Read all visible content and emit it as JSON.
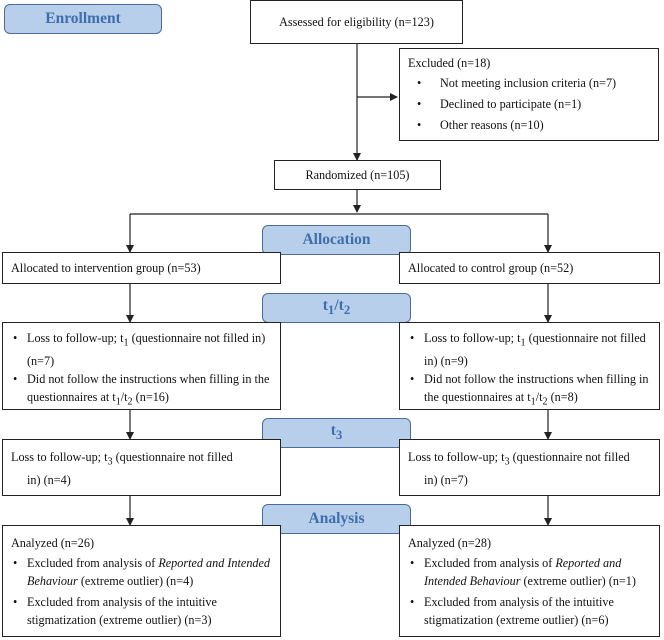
{
  "stages": {
    "enrollment": "Enrollment",
    "allocation": "Allocation",
    "t12": {
      "t": "t",
      "s1": "1",
      "slash": "/",
      "t2": "t",
      "s2": "2"
    },
    "t3": {
      "t": "t",
      "s": "3"
    },
    "analysis": "Analysis"
  },
  "assessed": "Assessed for eligibility (n=123)",
  "excluded": {
    "title": "Excluded (n=18)",
    "items": [
      "Not meeting inclusion criteria (n=7)",
      "Declined to participate (n=1)",
      "Other reasons (n=10)"
    ]
  },
  "randomized": "Randomized (n=105)",
  "allocated": {
    "intervention": "Allocated to intervention group (n=53)",
    "control": "Allocated to control group (n=52)"
  },
  "followup_t12": {
    "left": {
      "a1": "Loss to follow-up; t",
      "a_sub": "1",
      "a2": " (questionnaire not filled in) (n=7)",
      "b1": "Did not follow the instructions when filling in the questionnaires at t",
      "b_sub1": "1",
      "b_slash": "/t",
      "b_sub2": "2",
      "b2": " (n=16)"
    },
    "right": {
      "a1": "Loss to follow-up; t",
      "a_sub": "1",
      "a2": " (questionnaire not filled in) (n=9)",
      "b1": "Did not follow the instructions when filling in the questionnaires at t",
      "b_sub1": "1",
      "b_slash": "/t",
      "b_sub2": "2",
      "b2": " (n=8)"
    }
  },
  "followup_t3": {
    "left": {
      "line1": "Loss to follow-up; t",
      "sub": "3",
      "line1b": " (questionnaire not filled",
      "line2": "in) (n=4)"
    },
    "right": {
      "line1": "Loss to follow-up; t",
      "sub": "3",
      "line1b": " (questionnaire not filled",
      "line2": "in) (n=7)"
    }
  },
  "analysis": {
    "left": {
      "title": "Analyzed (n=26)",
      "a1": "Excluded from analysis of ",
      "a_it": "Reported and Intended Behaviour",
      "a2": " (extreme outlier) (n=4)",
      "b": "Excluded from analysis of the intuitive stigmatization (extreme outlier) (n=3)"
    },
    "right": {
      "title": "Analyzed (n=28)",
      "a1": "Excluded from analysis of ",
      "a_it": "Reported and Intended Behaviour",
      "a2": " (extreme outlier) (n=1)",
      "b": "Excluded from analysis of the intuitive stigmatization (extreme outlier) (n=6)"
    }
  },
  "colors": {
    "stage_fill": "#b7cfea",
    "stage_border": "#4b6c96",
    "stage_text": "#3e6eab",
    "line": "#222222"
  }
}
